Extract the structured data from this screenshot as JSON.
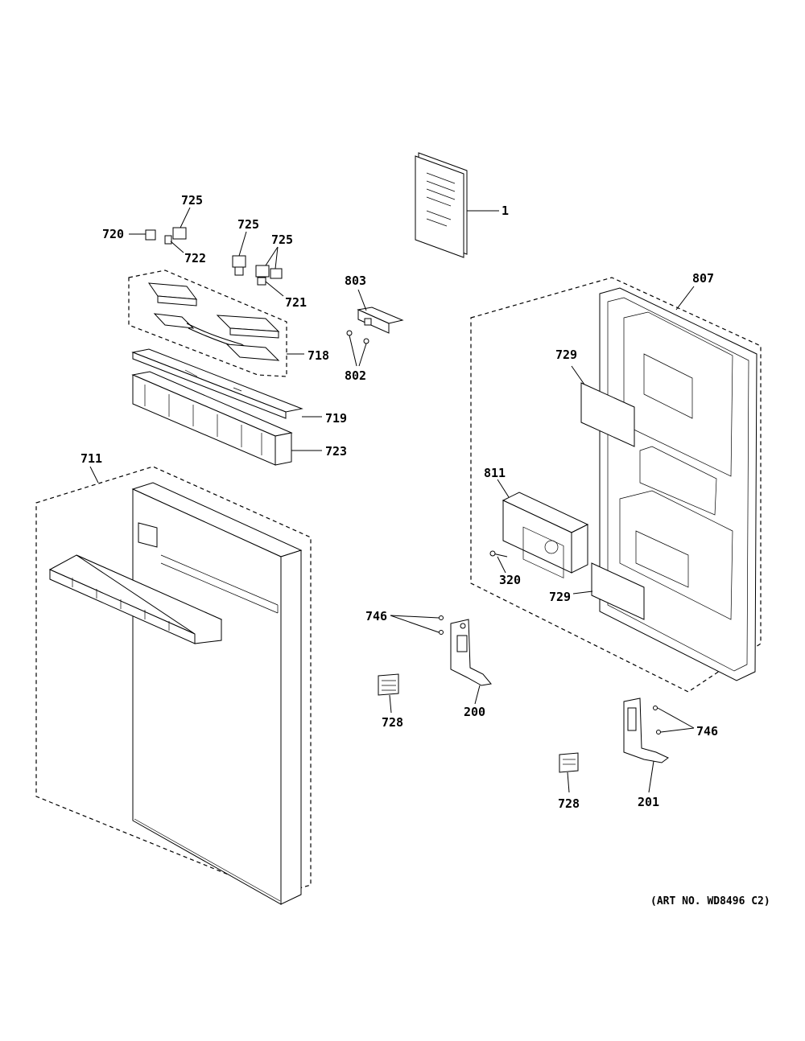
{
  "callouts": {
    "c1": "1",
    "c725a": "725",
    "c725b": "725",
    "c725c": "725",
    "c720": "720",
    "c722": "722",
    "c721": "721",
    "c803": "803",
    "c802": "802",
    "c718": "718",
    "c719": "719",
    "c723": "723",
    "c807": "807",
    "c729a": "729",
    "c729b": "729",
    "c811": "811",
    "c320": "320",
    "c711": "711",
    "c746a": "746",
    "c746b": "746",
    "c728a": "728",
    "c728b": "728",
    "c200": "200",
    "c201": "201"
  },
  "art_number": "(ART NO. WD8496 C2)"
}
